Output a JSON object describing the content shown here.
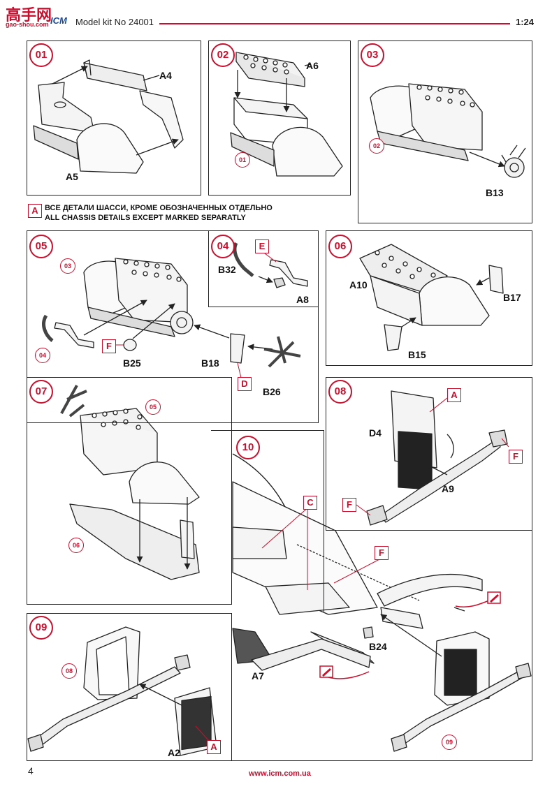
{
  "header": {
    "logo_text": "高手网",
    "logo_sub": "gao-shou.com",
    "brand": "ICM",
    "title": "Model kit No 24001",
    "scale": "1:24"
  },
  "note": {
    "marker": "A",
    "line_ru": "ВСЕ ДЕТАЛИ ШАССИ, КРОМЕ ОБОЗНАЧЕННЫХ ОТДЕЛЬНО",
    "line_en": "ALL CHASSIS DETAILS EXCEPT MARKED SEPARATLY"
  },
  "steps": {
    "s01": {
      "number": "01",
      "parts": [
        "A4",
        "A5"
      ]
    },
    "s02": {
      "number": "02",
      "parts": [
        "A6"
      ],
      "ref": "01"
    },
    "s03": {
      "number": "03",
      "parts": [
        "B13"
      ],
      "ref": "02"
    },
    "s04": {
      "number": "04",
      "parts": [
        "B32",
        "A8"
      ],
      "color": "E"
    },
    "s05": {
      "number": "05",
      "parts": [
        "B25",
        "B18",
        "B26"
      ],
      "refs": [
        "03",
        "04"
      ],
      "colors": [
        "F",
        "D"
      ]
    },
    "s06": {
      "number": "06",
      "parts": [
        "A10",
        "B17",
        "B15"
      ]
    },
    "s07": {
      "number": "07",
      "refs": [
        "05",
        "06"
      ]
    },
    "s08": {
      "number": "08",
      "parts": [
        "D4",
        "A9"
      ],
      "colors": [
        "A",
        "F",
        "F"
      ]
    },
    "s09": {
      "number": "09",
      "parts": [
        "A2"
      ],
      "ref": "08",
      "colors": [
        "A"
      ]
    },
    "s10": {
      "number": "10",
      "parts": [
        "A7",
        "B24"
      ],
      "ref": "09",
      "colors": [
        "C",
        "F"
      ]
    }
  },
  "colors": {
    "accent": "#c8102e",
    "line": "#222222"
  },
  "footer": {
    "page_number": "4",
    "url": "www.icm.com.ua"
  }
}
